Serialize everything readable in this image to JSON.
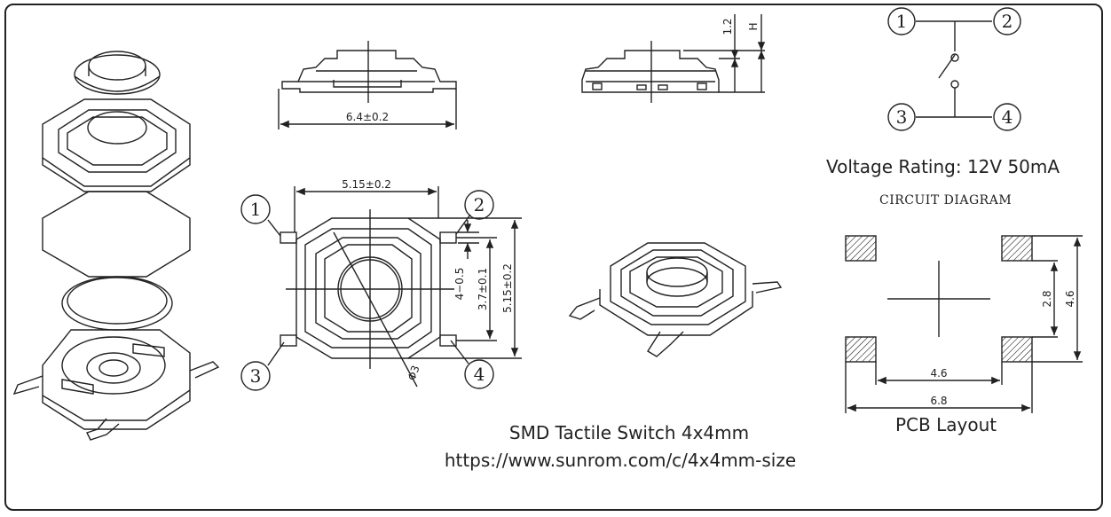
{
  "title": "SMD Tactile Switch 4x4mm",
  "url": "https://www.sunrom.com/c/4x4mm-size",
  "voltage_rating": "Voltage Rating: 12V 50mA",
  "circuit_diagram_label": "CIRCUIT DIAGRAM",
  "pcb_layout_label": "PCB Layout",
  "pin_numbers": [
    "1",
    "2",
    "3",
    "4"
  ],
  "dimensions": {
    "width_total": "6.4±0.2",
    "body_width": "5.15±0.2",
    "body_height": "5.15±0.2",
    "pad_pitch": "3.7±0.1",
    "pad_width": "4−0.5",
    "button_dia": "Φ3",
    "height_1": "1.2",
    "height_h": "H",
    "pcb_inner_x": "4.6",
    "pcb_outer_x": "6.8",
    "pcb_inner_y": "2.8",
    "pcb_outer_y": "4.6"
  },
  "colors": {
    "line": "#222222",
    "background": "#ffffff"
  }
}
